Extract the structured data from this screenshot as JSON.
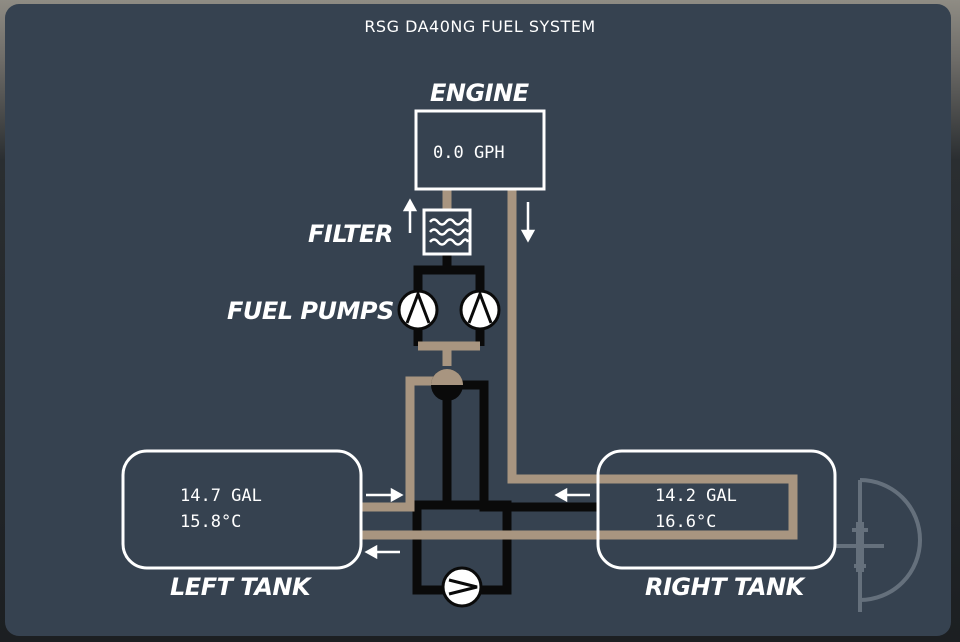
{
  "window": {
    "title": "RSG DA40NG FUEL SYSTEM"
  },
  "engine": {
    "label": "ENGINE",
    "flow": "0.0 GPH"
  },
  "filter": {
    "label": "FILTER",
    "icon": "filter-icon"
  },
  "fuel_pumps": {
    "label": "FUEL PUMPS",
    "icon": "pump-icon"
  },
  "left_tank": {
    "label": "LEFT TANK",
    "quantity": "14.7 GAL",
    "temperature": "15.8°C"
  },
  "right_tank": {
    "label": "RIGHT TANK",
    "quantity": "14.2 GAL",
    "temperature": "16.6°C"
  },
  "colors": {
    "panel": "#364250",
    "fuel_line_active": "#a89580",
    "fuel_line_inactive": "#0a0a0a",
    "outline": "#ffffff"
  }
}
